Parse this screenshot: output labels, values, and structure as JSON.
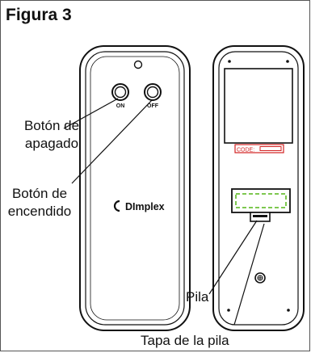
{
  "figure_title": "Figura 3",
  "remote_front": {
    "on_button_label": "ON",
    "off_button_label": "OFF",
    "brand_logo_text": "DImplex"
  },
  "remote_back": {
    "code_label": "CODE:"
  },
  "callouts": {
    "off_button": [
      "Botón de",
      "apagado"
    ],
    "on_button": [
      "Botón de",
      "encendido"
    ],
    "battery": "Pila",
    "battery_cover": "Tapa de la pila"
  },
  "colors": {
    "line": "#111111",
    "code_red": "#d22222",
    "battery_green": "#7ec850"
  }
}
